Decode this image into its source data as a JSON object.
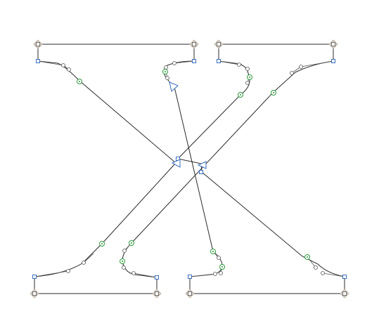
{
  "colors": {
    "background": "#ffffff",
    "outline": "#2b2b2b",
    "corner_node": "#3a6fbf",
    "smooth_node": "#2e9a3e",
    "extreme_node": "#d8cfc6",
    "handle": "#555555"
  },
  "node_types": [
    "corner-node",
    "smooth-node",
    "extreme-node",
    "off-curve-handle",
    "start-marker"
  ]
}
